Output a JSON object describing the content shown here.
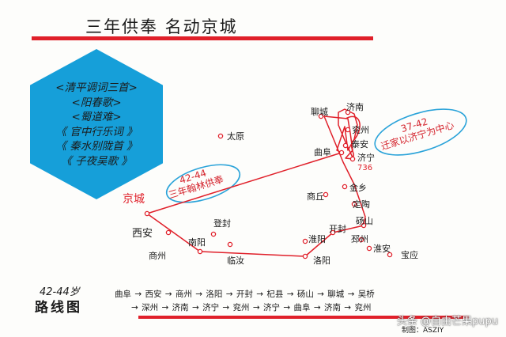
{
  "title": "三年供奉 名动京城",
  "works": [
    "<清平调词三首>",
    "<阳春歌>",
    "<蜀道难>",
    "《 官中行乐词 》",
    "《 秦水别陇首 》",
    "《 子夜吴歌 》"
  ],
  "bubble_left": {
    "years": "42-44",
    "text": "三年翰林供奉"
  },
  "bubble_right": {
    "years": "37-42",
    "text": "迁家以济宁为中心"
  },
  "capital_label": "京城",
  "year_label": "736",
  "cities": {
    "taiyuan": "太原",
    "xian": "西安",
    "shangzhou": "商州",
    "nanyang": "南阳",
    "dengfeng": "登封",
    "linru": "临汝",
    "luoyang": "洛阳",
    "kaifeng": "开封",
    "huaiyang": "淮阳",
    "yunzhou": "邳州",
    "huaian": "淮安",
    "baoying": "宝应",
    "dangshan": "砀山",
    "shangqiu": "商丘",
    "jinxiang": "金乡",
    "dingtao": "定陶",
    "qufu": "曲阜",
    "jining": "济宁",
    "taian": "泰安",
    "yanzhou": "兖州",
    "jinan": "济南",
    "liaocheng": "聊城"
  },
  "route_heading_years": "42-44岁",
  "route_heading": "路线图",
  "route_line1": "曲阜 → 西安 → 商州 → 洛阳 → 开封 → 杞县 → 砀山 → 聊城 → 吴桥",
  "route_line2": "→ 深州 → 济南 → 济宁 → 兖州 → 济宁 → 曲阜 → 济南 → 兖州",
  "author": "制图：ASZIY",
  "watermark": "头条 @自由芒果pupu",
  "colors": {
    "route": "#e0202a",
    "hexagon": "#169fd9",
    "bubble": "#2aa3d9",
    "city_dot": "#e0202a"
  }
}
